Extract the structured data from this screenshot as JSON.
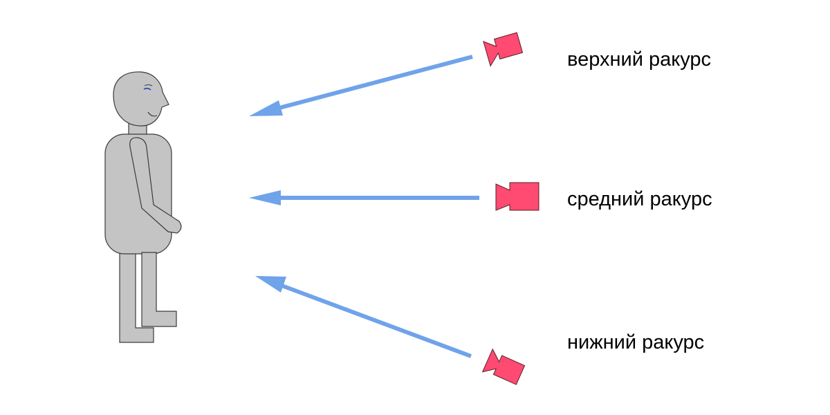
{
  "diagram": {
    "angles": [
      {
        "id": "high",
        "label": "верхний ракурс"
      },
      {
        "id": "middle",
        "label": "средний ракурс"
      },
      {
        "id": "low",
        "label": "нижний ракурс"
      }
    ]
  },
  "colors": {
    "background": "#ffffff",
    "figure_fill": "#c4c4c4",
    "figure_stroke": "#3a3a3a",
    "eye": "#1b3fbf",
    "arrow": "#6fa3ea",
    "camera_fill": "#ff4a72",
    "camera_stroke": "#5a2020",
    "label_text": "#000000"
  },
  "icons": {
    "figure": "person-side-view",
    "camera": "video-camera-icon"
  }
}
